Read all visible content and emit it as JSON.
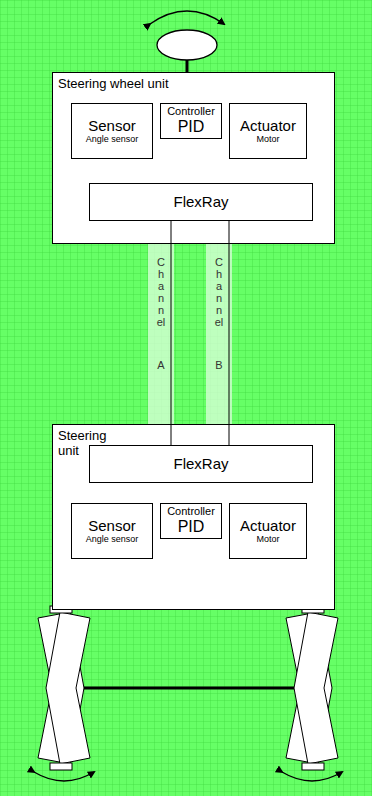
{
  "diagram": {
    "nodes": [
      {
        "text": [
          "Steering wheel unit"
        ]
      },
      {
        "text": [
          "Sensor",
          "Angle sensor"
        ],
        "in": 0
      },
      {
        "text": [
          "Controller",
          "PID"
        ],
        "in": 0
      },
      {
        "text": [
          "Actuator",
          "Motor"
        ],
        "in": 0
      },
      {
        "text": [
          "FlexRay"
        ],
        "in": 0
      },
      {
        "text": [
          "Channel",
          "A"
        ]
      },
      {
        "text": [
          "Channel",
          "B"
        ]
      },
      {
        "text": [
          "Steering unit"
        ]
      },
      {
        "text": [
          "FlexRay"
        ],
        "in": 7
      },
      {
        "text": [
          "Sensor",
          "Angle sensor"
        ],
        "in": 7
      },
      {
        "text": [
          "Controller",
          "PID"
        ],
        "in": 7
      },
      {
        "text": [
          "Actuator",
          "Motor"
        ],
        "in": 7
      }
    ],
    "edges": [
      {
        "from": 4,
        "to": 8,
        "arrow": "none"
      },
      {
        "from": 4,
        "to": 8,
        "arrow": "none"
      }
    ]
  }
}
